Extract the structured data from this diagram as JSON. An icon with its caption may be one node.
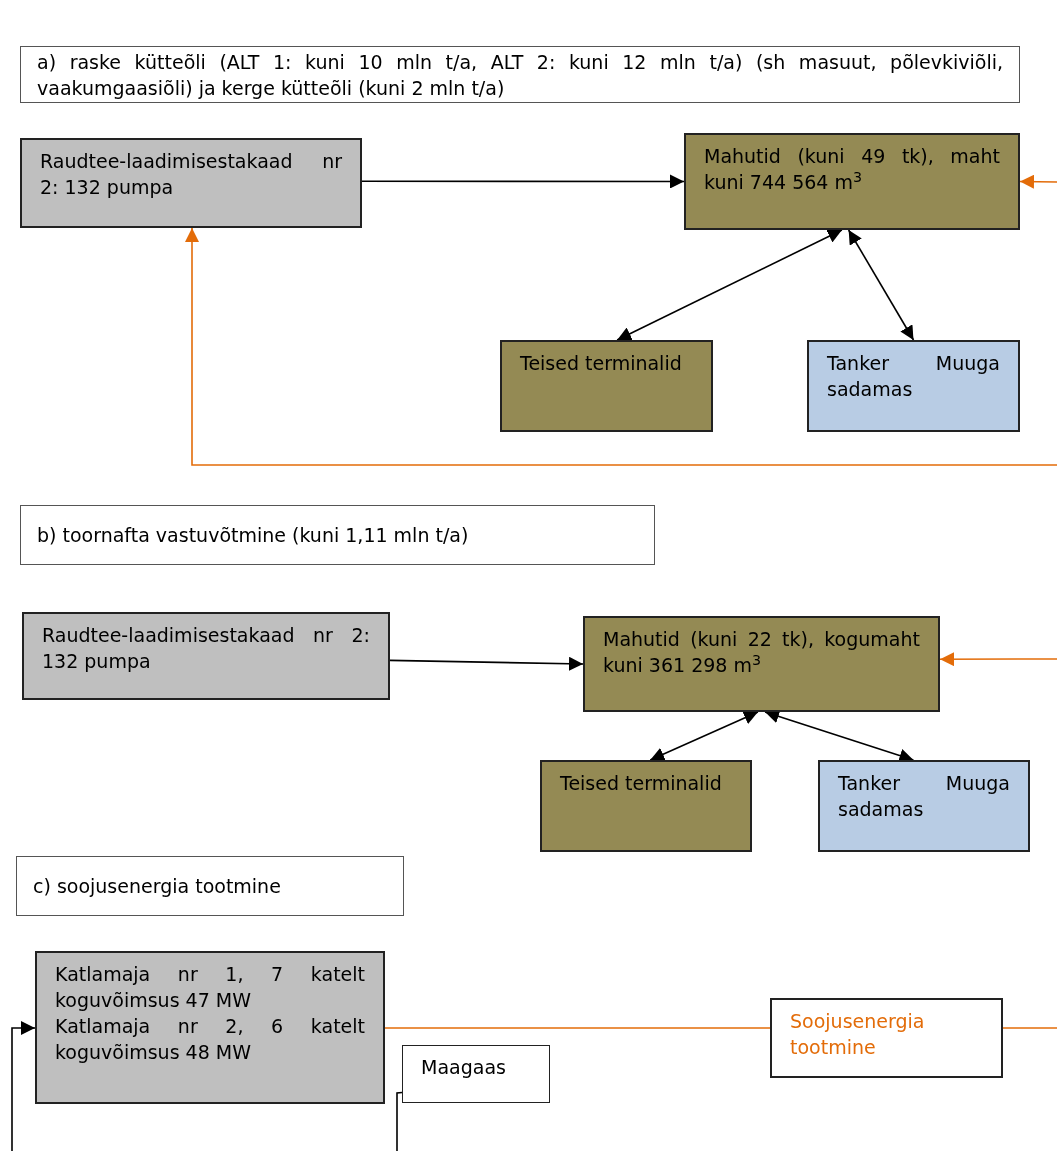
{
  "diagram": {
    "nodes": [
      {
        "text": [
          "a) raske kütteõli (ALT 1: kuni 10 mln t/a, ALT 2: kuni 12 mln t/a) (sh masuut, põlevkiviõli, vaakumgaasiõli) ja kerge kütteõli (kuni 2 mln t/a)"
        ]
      },
      {
        "text": [
          "Raudtee-laadimisestakaad nr 2: 132 pumpa"
        ]
      },
      {
        "text": [
          "Mahutid (kuni 49 tk), maht kuni 744 564 m$^{3}$"
        ]
      },
      {
        "text": [
          "Teised terminalid"
        ]
      },
      {
        "text": [
          "Tanker Muuga sadamas"
        ]
      },
      {
        "text": [
          "b) toornafta vastuvõtmine (kuni 1,11 mln t/a)"
        ]
      },
      {
        "text": [
          "Raudtee-laadimisestakaad nr 2: 132 pumpa"
        ]
      },
      {
        "text": [
          "Mahutid (kuni 22 tk), kogumaht kuni 361 298 m$^{3}$"
        ]
      },
      {
        "text": [
          "Teised terminalid"
        ]
      },
      {
        "text": [
          "Tanker Muuga sadamas"
        ]
      },
      {
        "text": [
          "c) soojusenergia tootmine"
        ]
      },
      {
        "text": [
          "Katlamaja nr 1, 7 katelt koguvõimsus 47 MW",
          "Katlamaja nr 2, 6 katelt koguvõimsus 48 MW"
        ]
      },
      {
        "text": [
          "Maagaas"
        ]
      },
      {
        "text": [
          "Soojusenergia tootmine"
        ]
      }
    ],
    "edges": [
      {
        "from": 1,
        "to": 2,
        "arrow": "to"
      },
      {
        "from": 3,
        "to": 2,
        "arrow": "both"
      },
      {
        "from": 2,
        "to": 4,
        "arrow": "both"
      },
      {
        "from": null,
        "to": 2,
        "arrow": "to",
        "color": "#e36c09"
      },
      {
        "from": null,
        "to": 1,
        "arrow": "to",
        "color": "#e36c09"
      },
      {
        "from": 6,
        "to": 7,
        "arrow": "to"
      },
      {
        "from": 8,
        "to": 7,
        "arrow": "both"
      },
      {
        "from": 7,
        "to": 9,
        "arrow": "both"
      },
      {
        "from": null,
        "to": 7,
        "arrow": "to",
        "color": "#e36c09"
      },
      {
        "from": null,
        "to": 11,
        "arrow": "to"
      },
      {
        "from": 12,
        "to": null,
        "arrow": "none"
      },
      {
        "from": 11,
        "to": 13,
        "arrow": "none",
        "color": "#e36c09"
      },
      {
        "from": 13,
        "to": null,
        "arrow": "none",
        "color": "#e36c09"
      }
    ]
  }
}
